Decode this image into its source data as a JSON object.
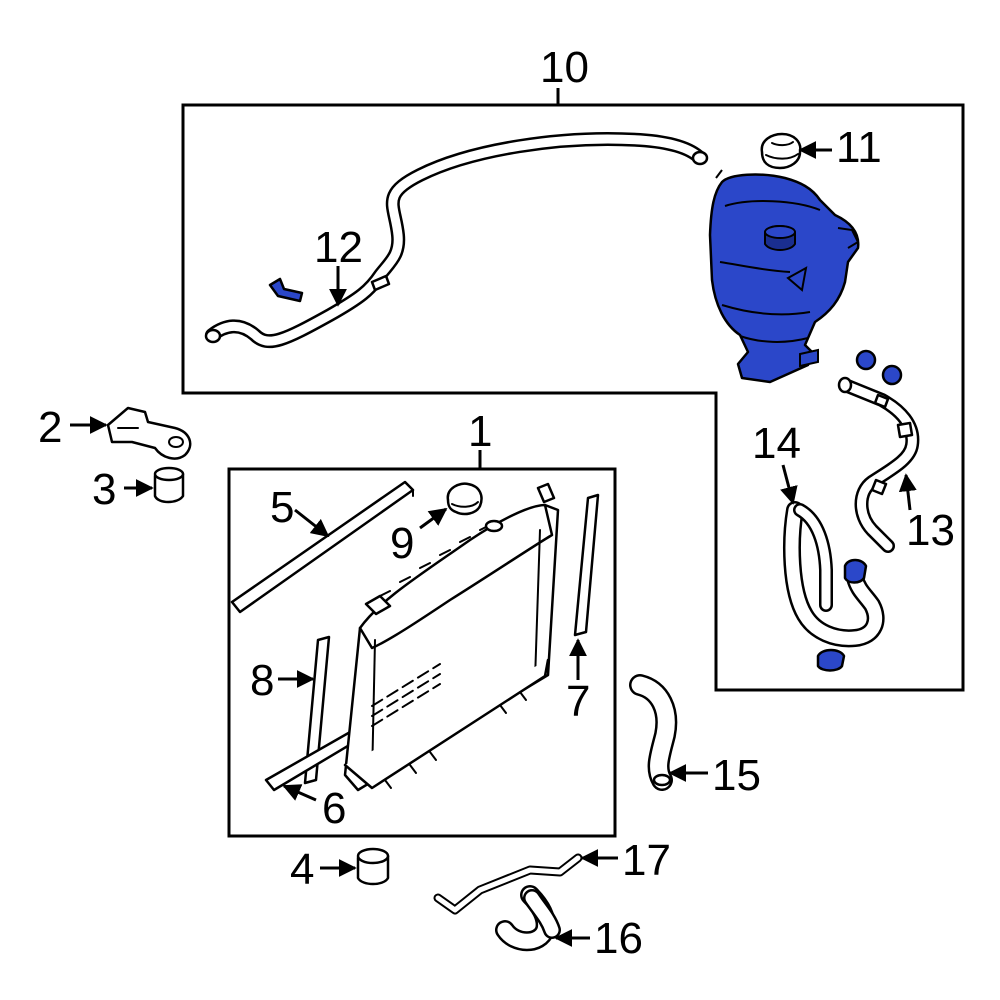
{
  "colors": {
    "highlight": "#2B47C9",
    "highlight_dark": "#1A2E8F",
    "line": "#000000",
    "background": "#FFFFFF"
  },
  "callouts": {
    "c1": "1",
    "c2": "2",
    "c3": "3",
    "c4": "4",
    "c5": "5",
    "c6": "6",
    "c7": "7",
    "c8": "8",
    "c9": "9",
    "c10": "10",
    "c11": "11",
    "c12": "12",
    "c13": "13",
    "c14": "14",
    "c15": "15",
    "c16": "16",
    "c17": "17"
  }
}
